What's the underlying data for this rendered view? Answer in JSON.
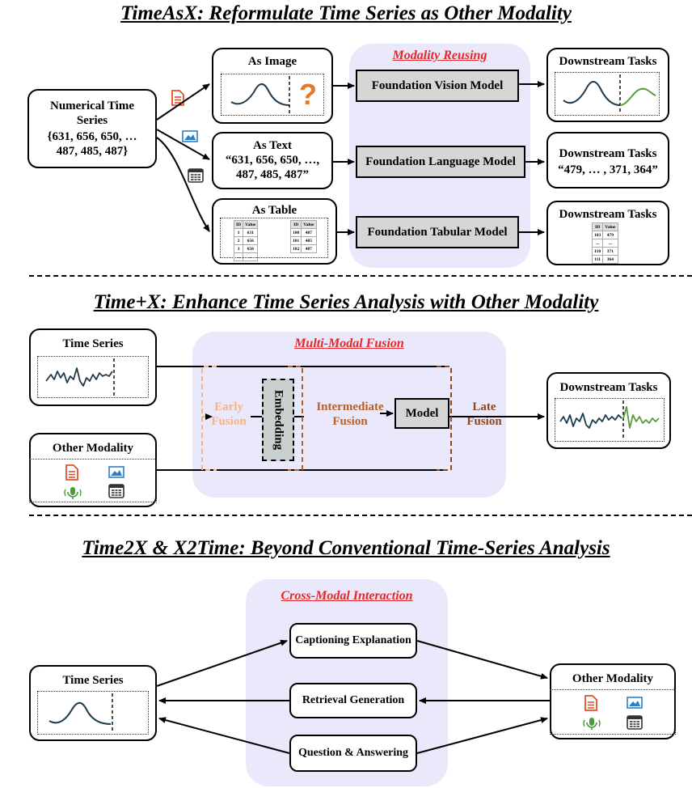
{
  "section1": {
    "heading": "TimeAsX: Reformulate Time Series as Other Modality",
    "panel_label": "Modality Reusing",
    "input_title": "Numerical Time Series",
    "input_values": "{631, 656, 650, … 487, 485, 487}",
    "as_image_title": "As Image",
    "question_mark": "?",
    "as_text_title": "As Text",
    "as_text_value": "“631, 656, 650, …, 487, 485, 487”",
    "as_table_title": "As Table",
    "table_headers": [
      "ID",
      "Value"
    ],
    "table_left_rows": [
      [
        "1",
        "631"
      ],
      [
        "2",
        "656"
      ],
      [
        "3",
        "650"
      ],
      [
        "...",
        "..."
      ]
    ],
    "table_right_rows": [
      [
        "100",
        "487"
      ],
      [
        "101",
        "485"
      ],
      [
        "102",
        "487"
      ]
    ],
    "model_vision": "Foundation Vision Model",
    "model_language": "Foundation Language Model",
    "model_tabular": "Foundation Tabular Model",
    "downstream_title": "Downstream Tasks",
    "downstream_text_value": "“479, … , 371, 364”",
    "downstream_table_rows": [
      [
        "103",
        "479"
      ],
      [
        "...",
        "..."
      ],
      [
        "110",
        "371"
      ],
      [
        "111",
        "364"
      ]
    ]
  },
  "section2": {
    "heading": "Time+X: Enhance Time Series Analysis with Other Modality",
    "panel_label": "Multi-Modal Fusion",
    "time_series_title": "Time Series",
    "other_modality_title": "Other Modality",
    "early_fusion": "Early Fusion",
    "embedding": "Embedding",
    "intermediate_fusion": "Intermediate Fusion",
    "model": "Model",
    "late_fusion": "Late Fusion",
    "downstream_title": "Downstream Tasks"
  },
  "section3": {
    "heading": "Time2X & X2Time: Beyond Conventional Time-Series Analysis",
    "panel_label": "Cross-Modal Interaction",
    "time_series_title": "Time Series",
    "other_modality_title": "Other Modality",
    "captioning": "Captioning Explanation",
    "retrieval": "Retrieval Generation",
    "qa": "Question & Answering"
  },
  "colors": {
    "panel": "#e9e9fb",
    "accent_red": "#e4282a",
    "series_dark": "#1d3b4f",
    "prediction_green": "#5b9a3c",
    "early_fusion": "#f2b48a",
    "intermediate_fusion": "#b8602a",
    "late_fusion": "#8a4a1e"
  },
  "icons": [
    "document-icon",
    "image-icon",
    "table-icon",
    "audio-icon",
    "question-icon"
  ]
}
